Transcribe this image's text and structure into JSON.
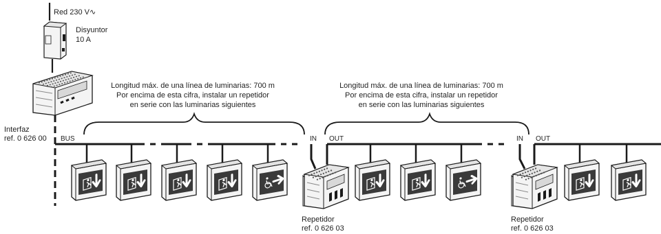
{
  "mains": {
    "label": "Red 230 V∿"
  },
  "breaker": {
    "name": "Disyuntor",
    "rating": "10 A"
  },
  "interface": {
    "name": "Interfaz",
    "ref": "ref. 0 626 00"
  },
  "bus_label": "BUS",
  "in_label": "IN",
  "out_label": "OUT",
  "repeater": {
    "name": "Repetidor",
    "ref": "ref. 0 626 03"
  },
  "note": {
    "line1": "Longitud máx. de una línea de luminarias: 700 m",
    "line2": "Por encima de esta cifra, instalar un repetidor",
    "line3": "en serie con las luminarias siguientes"
  },
  "colors": {
    "line": "#1a1a1a",
    "device": "#f4f4f4",
    "sign": "#3a3a3a"
  },
  "luminaires": [
    {
      "id": 1,
      "icon": "exit-down-arrow"
    },
    {
      "id": 2,
      "icon": "exit-down-arrow"
    },
    {
      "id": 3,
      "icon": "exit-down-arrow"
    },
    {
      "id": 4,
      "icon": "exit-down-arrow"
    },
    {
      "id": 5,
      "icon": "accessible-right-arrow"
    },
    {
      "id": 6,
      "icon": "exit-down-arrow"
    },
    {
      "id": 7,
      "icon": "exit-down-arrow"
    },
    {
      "id": 8,
      "icon": "accessible-right-arrow"
    },
    {
      "id": 9,
      "icon": "exit-down-arrow"
    },
    {
      "id": 10,
      "icon": "exit-down-arrow"
    }
  ]
}
